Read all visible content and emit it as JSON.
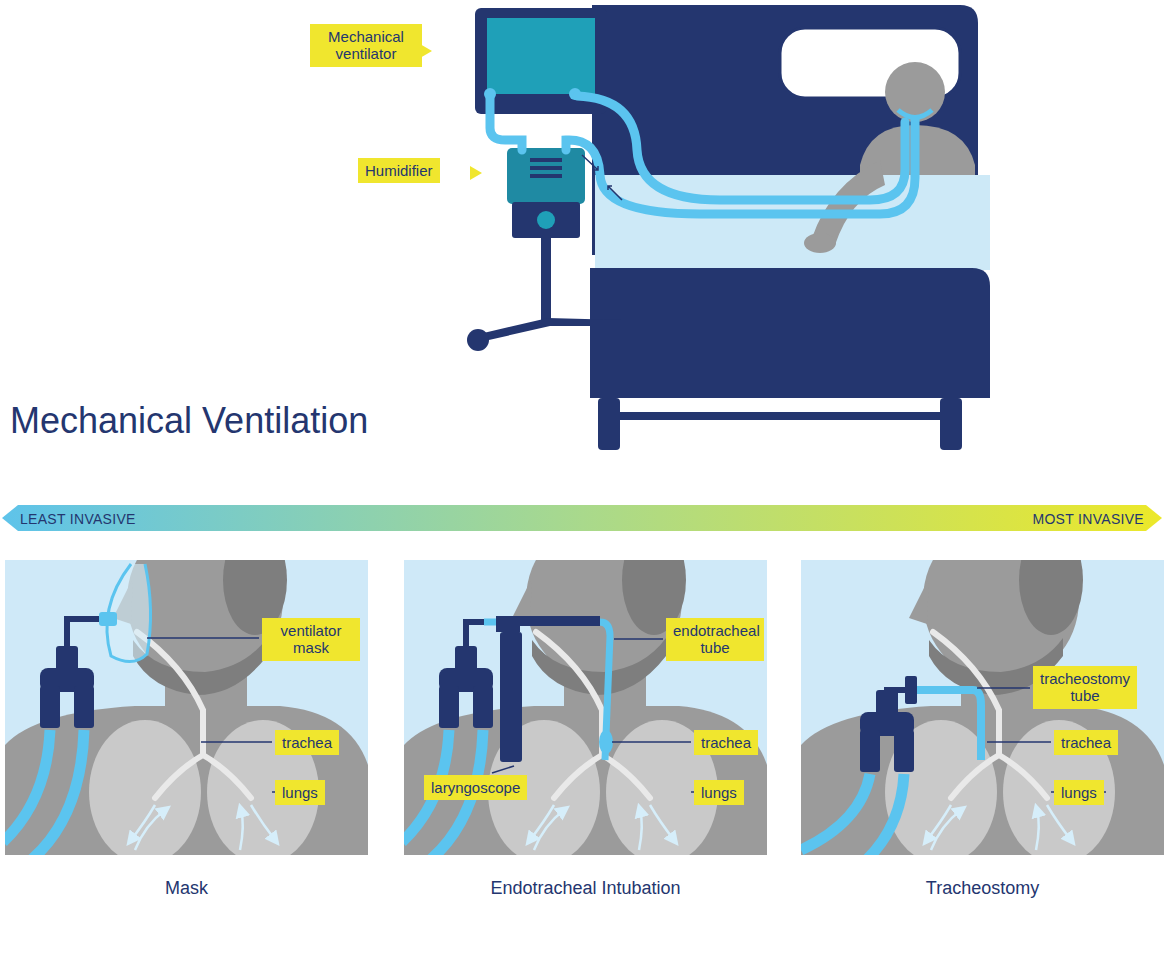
{
  "diagram": {
    "title": "Mechanical Ventilation",
    "nodes": [
      {
        "text": [
          "Mechanical ventilator"
        ]
      },
      {
        "text": [
          "Humidifier"
        ]
      },
      {
        "text": [
          "LEAST INVASIVE",
          "MOST INVASIVE"
        ]
      },
      {
        "text": [
          "Mask"
        ]
      },
      {
        "text": [
          "ventilator mask"
        ],
        "in": 3
      },
      {
        "text": [
          "trachea"
        ],
        "in": 3
      },
      {
        "text": [
          "lungs"
        ],
        "in": 3
      },
      {
        "text": [
          "Endotracheal Intubation"
        ]
      },
      {
        "text": [
          "endotracheal tube"
        ],
        "in": 7
      },
      {
        "text": [
          "trachea"
        ],
        "in": 7
      },
      {
        "text": [
          "laryngoscope"
        ],
        "in": 7
      },
      {
        "text": [
          "lungs"
        ],
        "in": 7
      },
      {
        "text": [
          "Tracheostomy"
        ]
      },
      {
        "text": [
          "tracheostomy tube"
        ],
        "in": 12
      },
      {
        "text": [
          "trachea"
        ],
        "in": 12
      },
      {
        "text": [
          "lungs"
        ],
        "in": 12
      }
    ]
  }
}
